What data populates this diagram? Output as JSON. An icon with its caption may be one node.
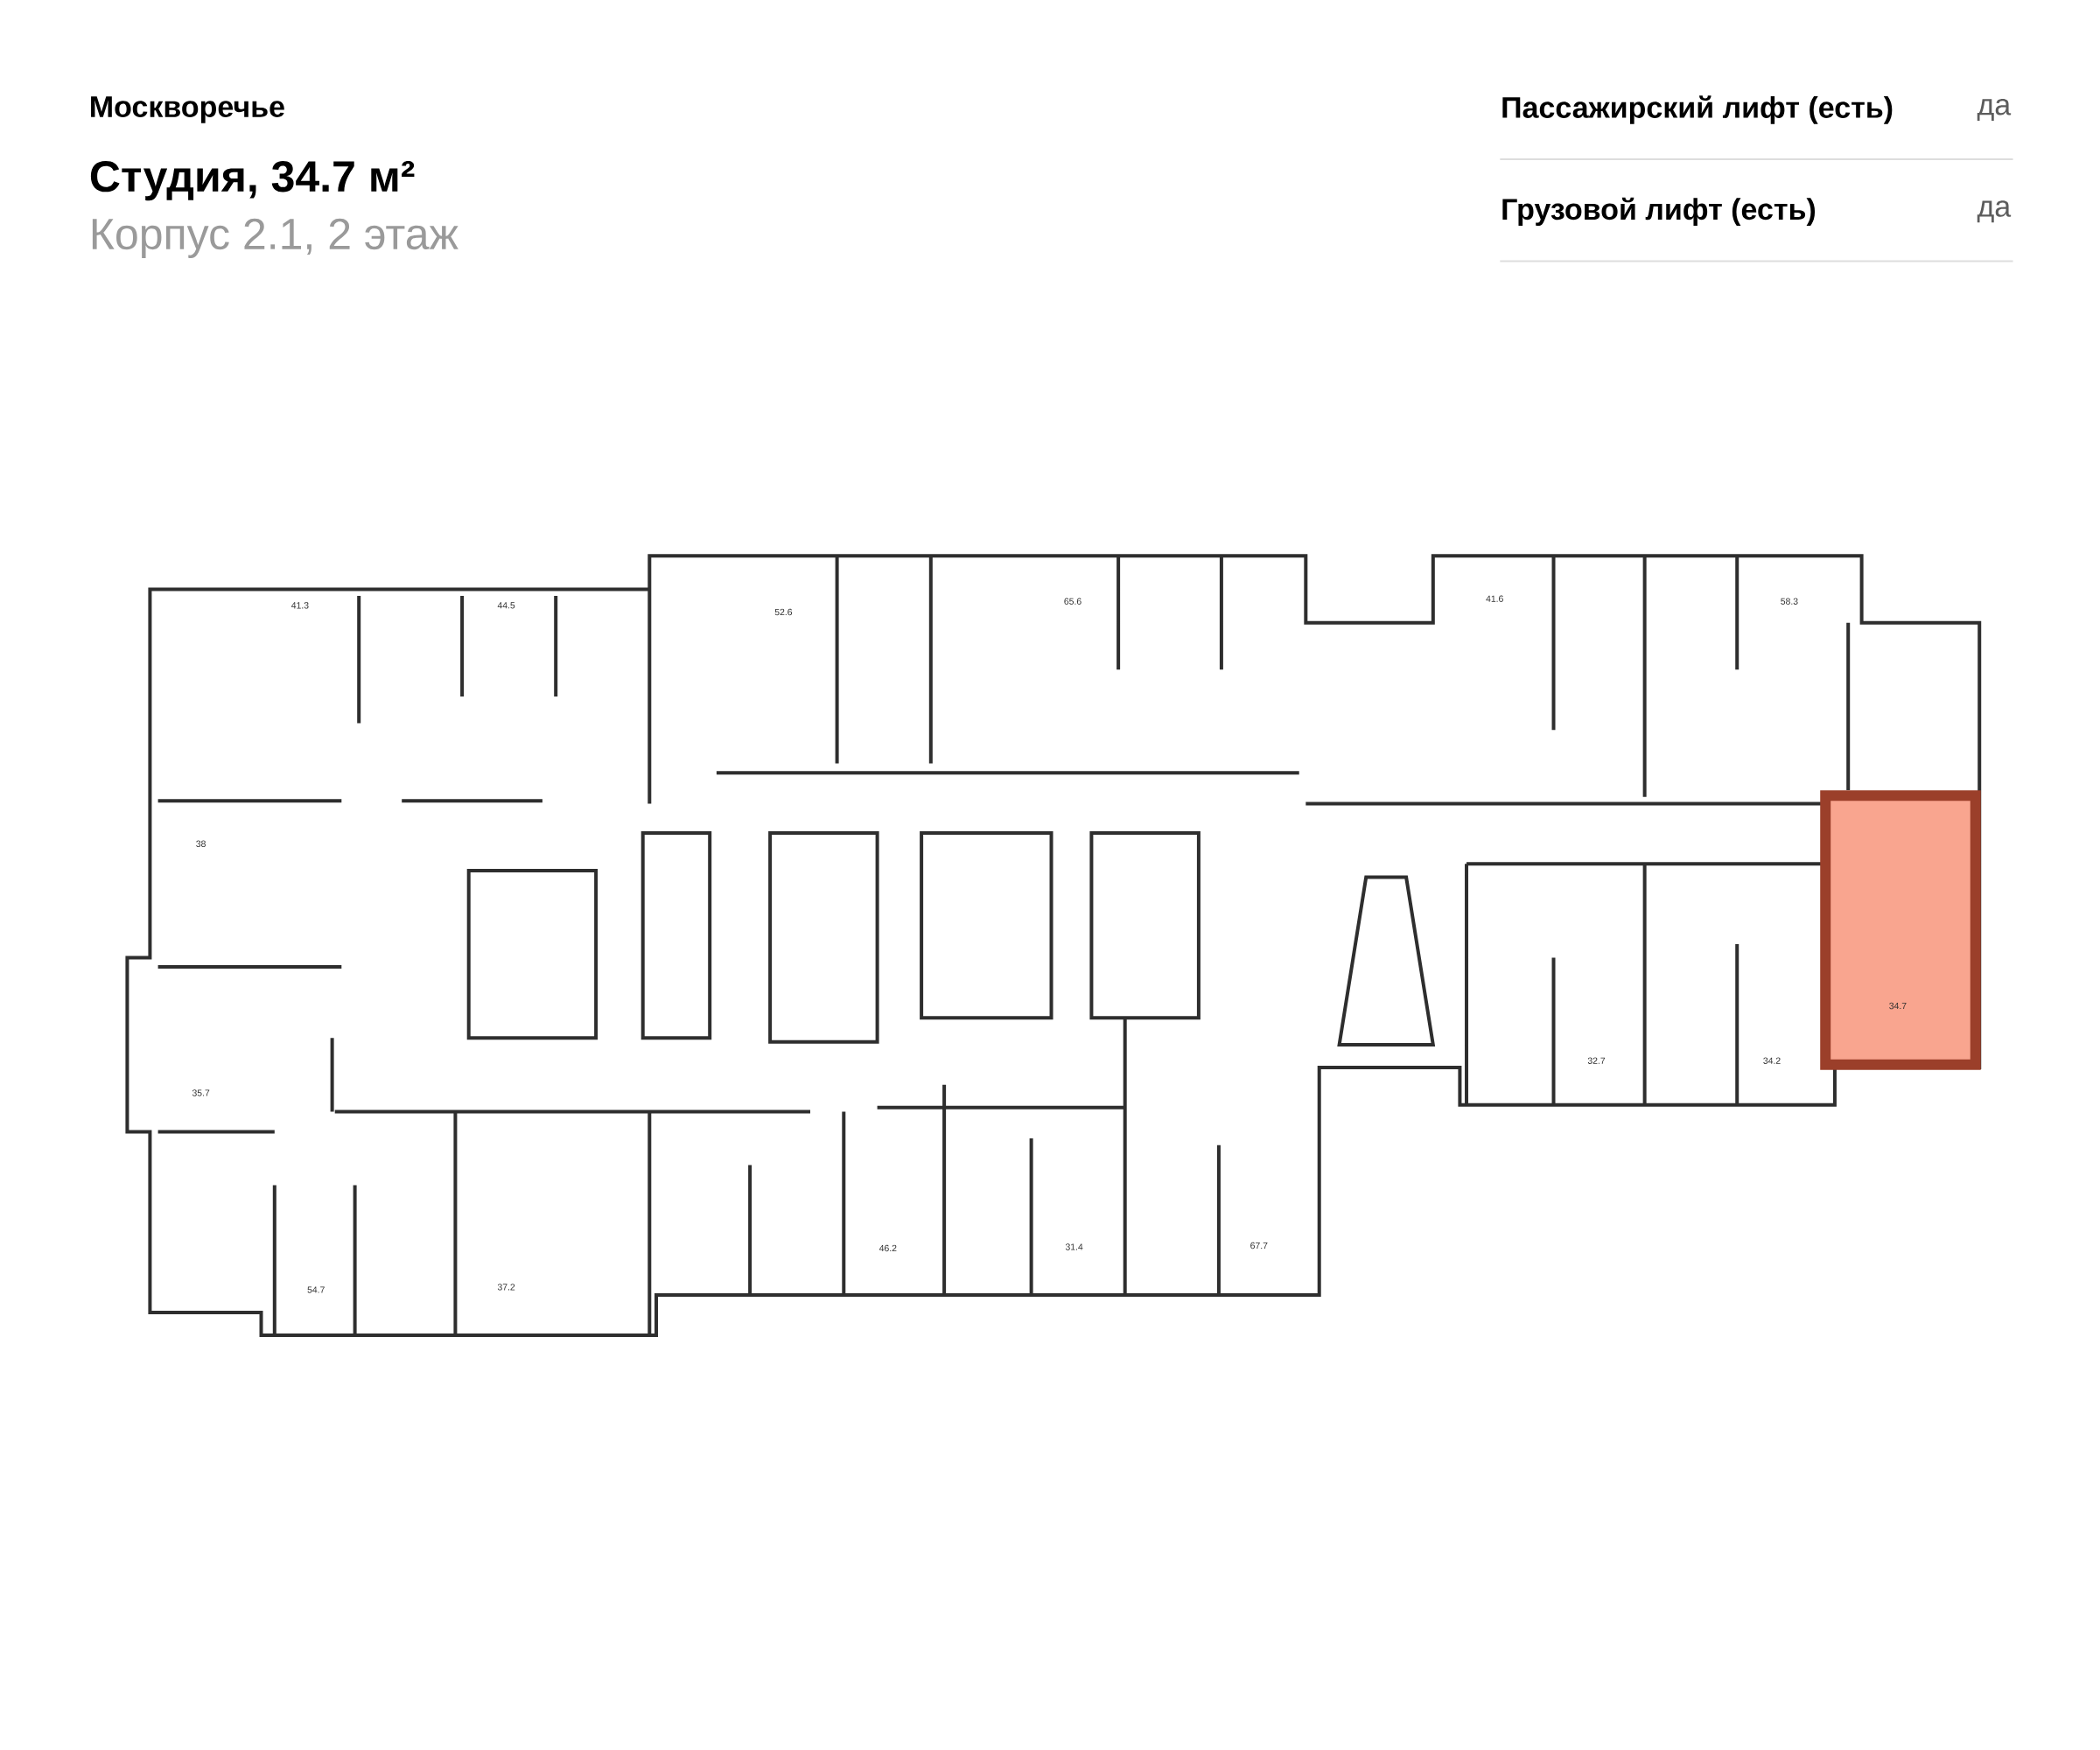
{
  "diagram": {
    "title": "Студия, 34.7 м²",
    "labels": [
      "Москворечье",
      "Корпус 2.1, 2 этаж",
      "Пассажирский лифт (есть)",
      "да",
      "Грузовой лифт (есть)",
      "да",
      "41.3",
      "44.5",
      "52.6",
      "65.6",
      "41.6",
      "58.3",
      "38",
      "35.7",
      "34.7",
      "32.7",
      "34.2",
      "54.7",
      "37.2",
      "46.2",
      "31.4",
      "67.7"
    ]
  }
}
